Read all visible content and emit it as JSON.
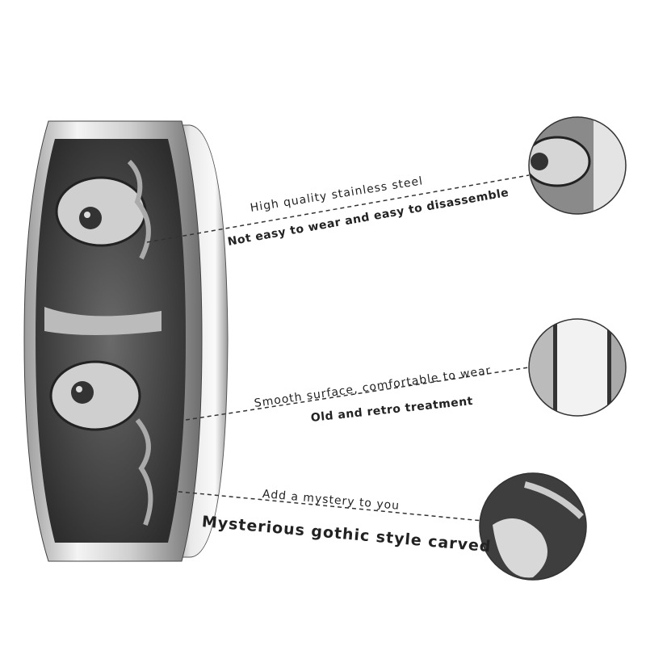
{
  "callouts": [
    {
      "title": "High quality stainless steel",
      "subtitle": "Not easy to wear and easy to disassemble"
    },
    {
      "title": "Smooth surface, comfortable to wear",
      "subtitle": "Old and retro treatment"
    },
    {
      "title": "Add a mystery to you",
      "subtitle": "Mysterious gothic style carved"
    }
  ],
  "colors": {
    "metal_light": "#e8e8e8",
    "metal_dark": "#3a3a3a",
    "line": "#333333"
  }
}
